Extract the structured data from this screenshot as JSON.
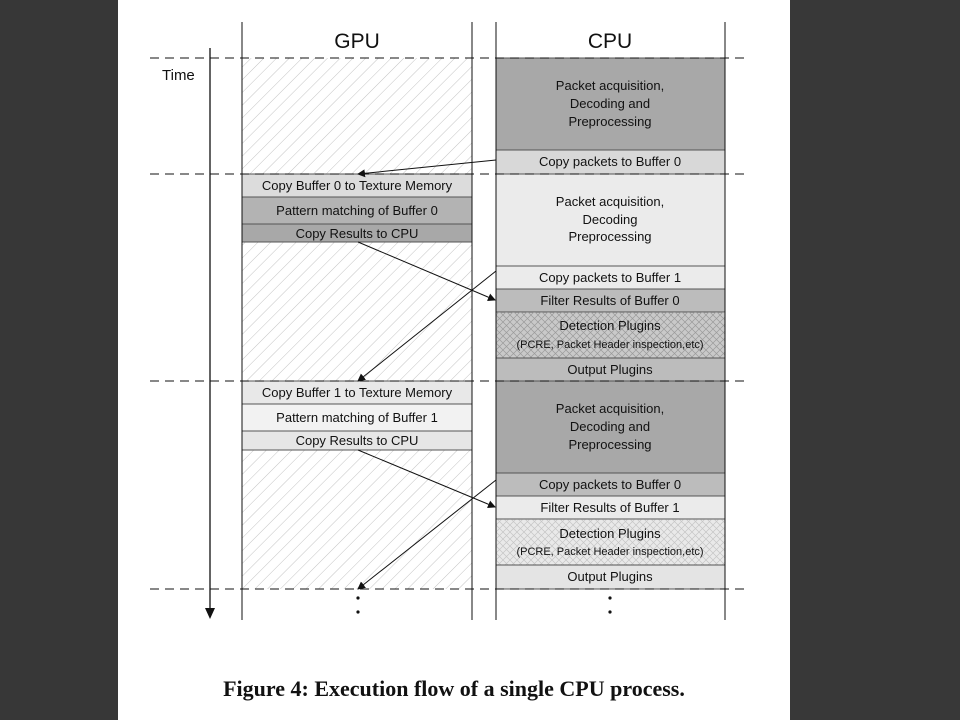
{
  "columns": {
    "gpu": "GPU",
    "cpu": "CPU"
  },
  "time_label": "Time",
  "gpu_blocks": [
    "Copy Buffer 0 to Texture Memory",
    "Pattern matching of Buffer 0",
    "Copy Results to CPU",
    "Copy Buffer 1 to Texture Memory",
    "Pattern matching of Buffer 1",
    "Copy Results to CPU"
  ],
  "cpu_blocks": [
    [
      "Packet acquisition,",
      "Decoding and",
      "Preprocessing"
    ],
    [
      "Copy packets to Buffer 0"
    ],
    [
      "Packet acquisition,",
      "Decoding",
      "Preprocessing"
    ],
    [
      "Copy packets to Buffer 1"
    ],
    [
      "Filter Results of Buffer 0"
    ],
    [
      "Detection Plugins",
      "(PCRE, Packet Header inspection,etc)"
    ],
    [
      "Output Plugins"
    ],
    [
      "Packet acquisition,",
      "Decoding and",
      "Preprocessing"
    ],
    [
      "Copy packets to Buffer 0"
    ],
    [
      "Filter Results of Buffer 1"
    ],
    [
      "Detection Plugins",
      "(PCRE, Packet Header inspection,etc)"
    ],
    [
      "Output Plugins"
    ]
  ],
  "caption": "Figure 4: Execution flow of a single CPU process."
}
